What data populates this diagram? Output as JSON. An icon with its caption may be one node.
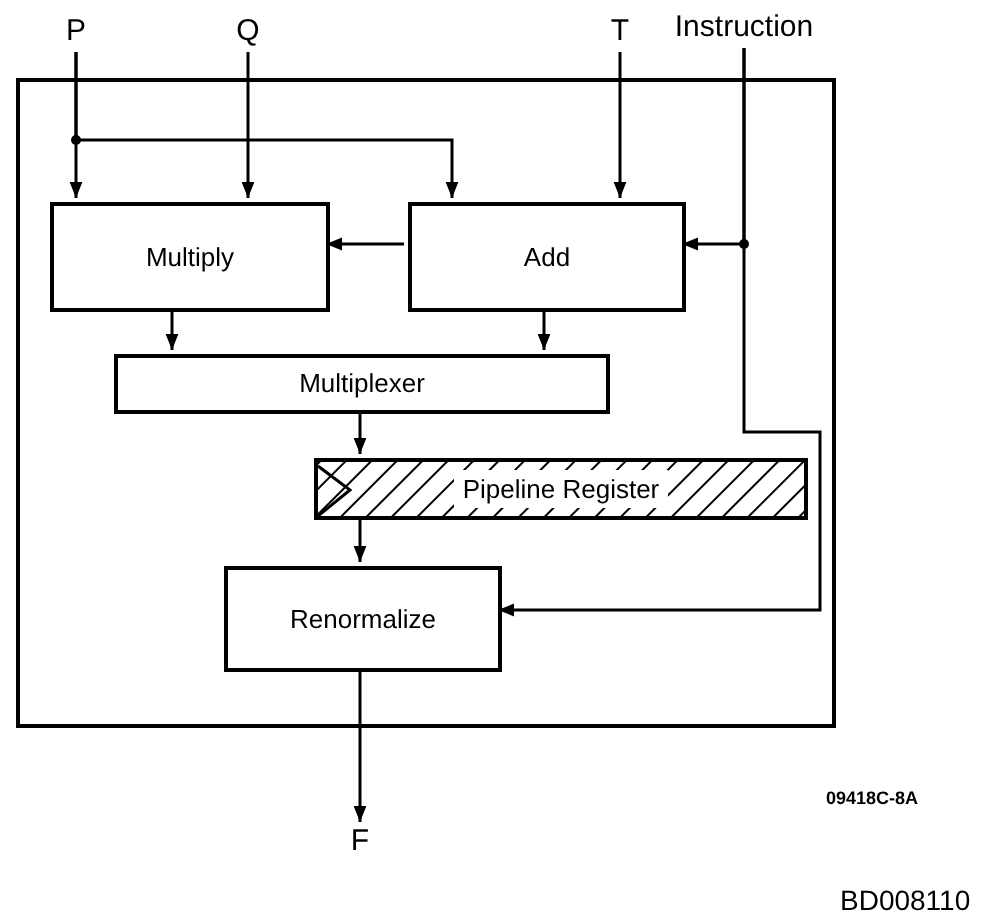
{
  "diagram": {
    "nodes": [
      {
        "text": [],
        "shape": "box"
      },
      {
        "text": [
          "P"
        ]
      },
      {
        "text": [
          "Q"
        ]
      },
      {
        "text": [
          "T"
        ]
      },
      {
        "text": [
          "Instruction"
        ]
      },
      {
        "text": [
          "Multiply"
        ],
        "in": 0
      },
      {
        "text": [
          "Add"
        ],
        "in": 0
      },
      {
        "text": [
          "Multiplexer"
        ],
        "in": 0
      },
      {
        "text": [
          "Pipeline Register"
        ],
        "in": 0
      },
      {
        "text": [
          "Renormalize"
        ],
        "in": 0
      },
      {
        "text": [
          "F"
        ]
      }
    ],
    "edges": [
      {
        "from": 1,
        "to": 5,
        "arrow": "to"
      },
      {
        "from": 1,
        "to": 6,
        "arrow": "to"
      },
      {
        "from": 2,
        "to": 5,
        "arrow": "to"
      },
      {
        "from": 3,
        "to": 6,
        "arrow": "to"
      },
      {
        "from": 6,
        "to": 5,
        "arrow": "to"
      },
      {
        "from": 4,
        "to": 6,
        "arrow": "to"
      },
      {
        "from": 4,
        "to": 9,
        "arrow": "to"
      },
      {
        "from": 5,
        "to": 7,
        "arrow": "to"
      },
      {
        "from": 6,
        "to": 7,
        "arrow": "to"
      },
      {
        "from": 7,
        "to": 8,
        "arrow": "to"
      },
      {
        "from": 8,
        "to": 9,
        "arrow": "to"
      },
      {
        "from": 9,
        "to": 10,
        "arrow": "to"
      }
    ],
    "labels": [
      "09418C-8A",
      "BD008110"
    ]
  }
}
